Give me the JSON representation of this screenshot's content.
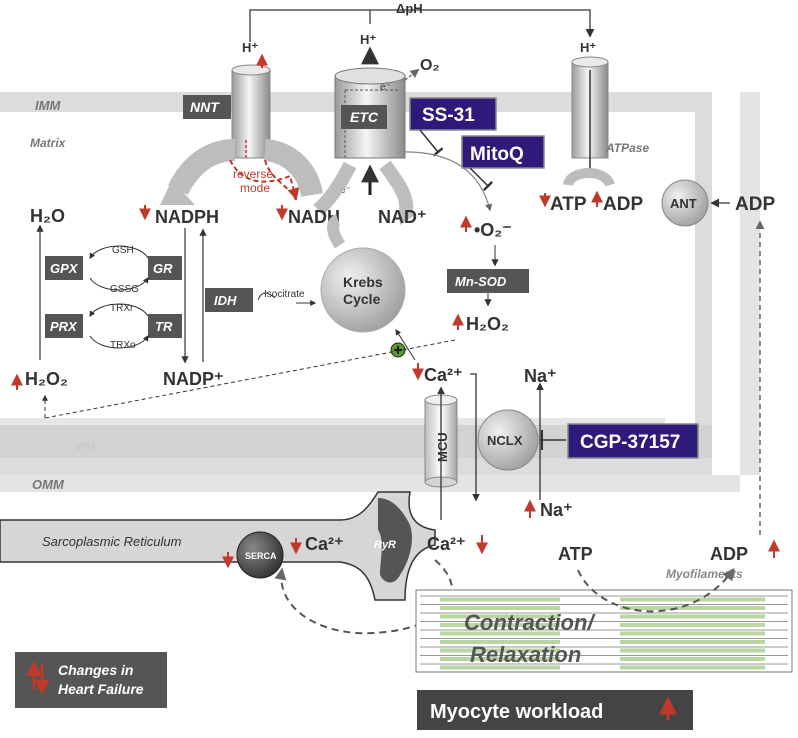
{
  "regions": {
    "imm": "IMM",
    "matrix": "Matrix",
    "omm": "OMM",
    "ipm": "IPM",
    "sr": "Sarcoplasmic Reticulum",
    "myofilaments": "Myofilaments"
  },
  "proton_gradient": "ΔpH",
  "protein_labels": {
    "nnt": "NNT",
    "etc": "ETC",
    "atpase": "ATPase",
    "ant": "ANT",
    "mn_sod": "Mn-SOD",
    "gpx": "GPX",
    "gr": "GR",
    "prx": "PRX",
    "tr": "TR",
    "idh": "IDH",
    "mcu": "MCU",
    "nclx": "NCLX",
    "serca": "SERCA",
    "ryr": "RyR"
  },
  "drugs": {
    "ss31": "SS-31",
    "mitoq": "MitoQ",
    "cgp": "CGP-37157"
  },
  "species": {
    "h_plus_1": "H⁺",
    "h_plus_2": "H⁺",
    "h_plus_3": "H⁺",
    "o2": "O₂",
    "e_minus_1": "e⁻",
    "e_minus_2": "e⁻",
    "superoxide": "•O₂⁻",
    "h2o2_matrix": "H₂O₂",
    "h2o": "H₂O",
    "nadph": "NADPH",
    "nadp": "NADP⁺",
    "nadh": "NADH",
    "nad": "NAD⁺",
    "h2o2_left": "H₂O₂",
    "gsh": "GSH",
    "gssg": "GSSG",
    "trx_r": "TRXr",
    "trx_o": "TRXo",
    "isocitrate": "Isocitrate",
    "atp": "ATP",
    "adp": "ADP",
    "adp_right": "ADP",
    "ca_matrix": "Ca²⁺",
    "na_matrix": "Na⁺",
    "na_cyto": "Na⁺",
    "ca_sr": "Ca²⁺",
    "ca_cyto": "Ca²⁺",
    "atp_cyto": "ATP",
    "adp_cyto": "ADP"
  },
  "krebs": {
    "line1": "Krebs",
    "line2": "Cycle"
  },
  "reverse_mode": {
    "line1": "reverse",
    "line2": "mode"
  },
  "contraction": {
    "line1": "Contraction/",
    "line2": "Relaxation"
  },
  "legend": {
    "line1": "Changes in",
    "line2": "Heart Failure"
  },
  "workload": "Myocyte workload",
  "colors": {
    "purple": "#2e1a7a",
    "dark_box": "#555555",
    "red": "#c0392b",
    "membrane": "#dcdcdc",
    "myofilament_green": "#b9d6a1"
  },
  "icons": {
    "up_arrow": "up-arrow-icon",
    "down_arrow": "down-arrow-icon",
    "plus": "plus-icon"
  }
}
